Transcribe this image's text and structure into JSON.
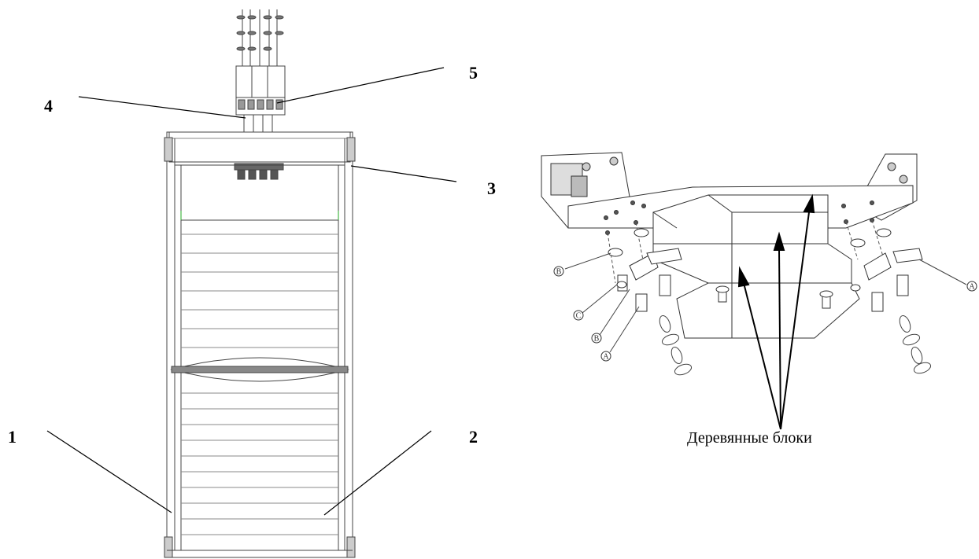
{
  "left_figure": {
    "callouts": [
      "1",
      "2",
      "3",
      "4",
      "5"
    ]
  },
  "right_figure": {
    "caption": "Деревянные блоки",
    "part_letters": {
      "a": "A",
      "b": "B",
      "c": "C"
    }
  }
}
